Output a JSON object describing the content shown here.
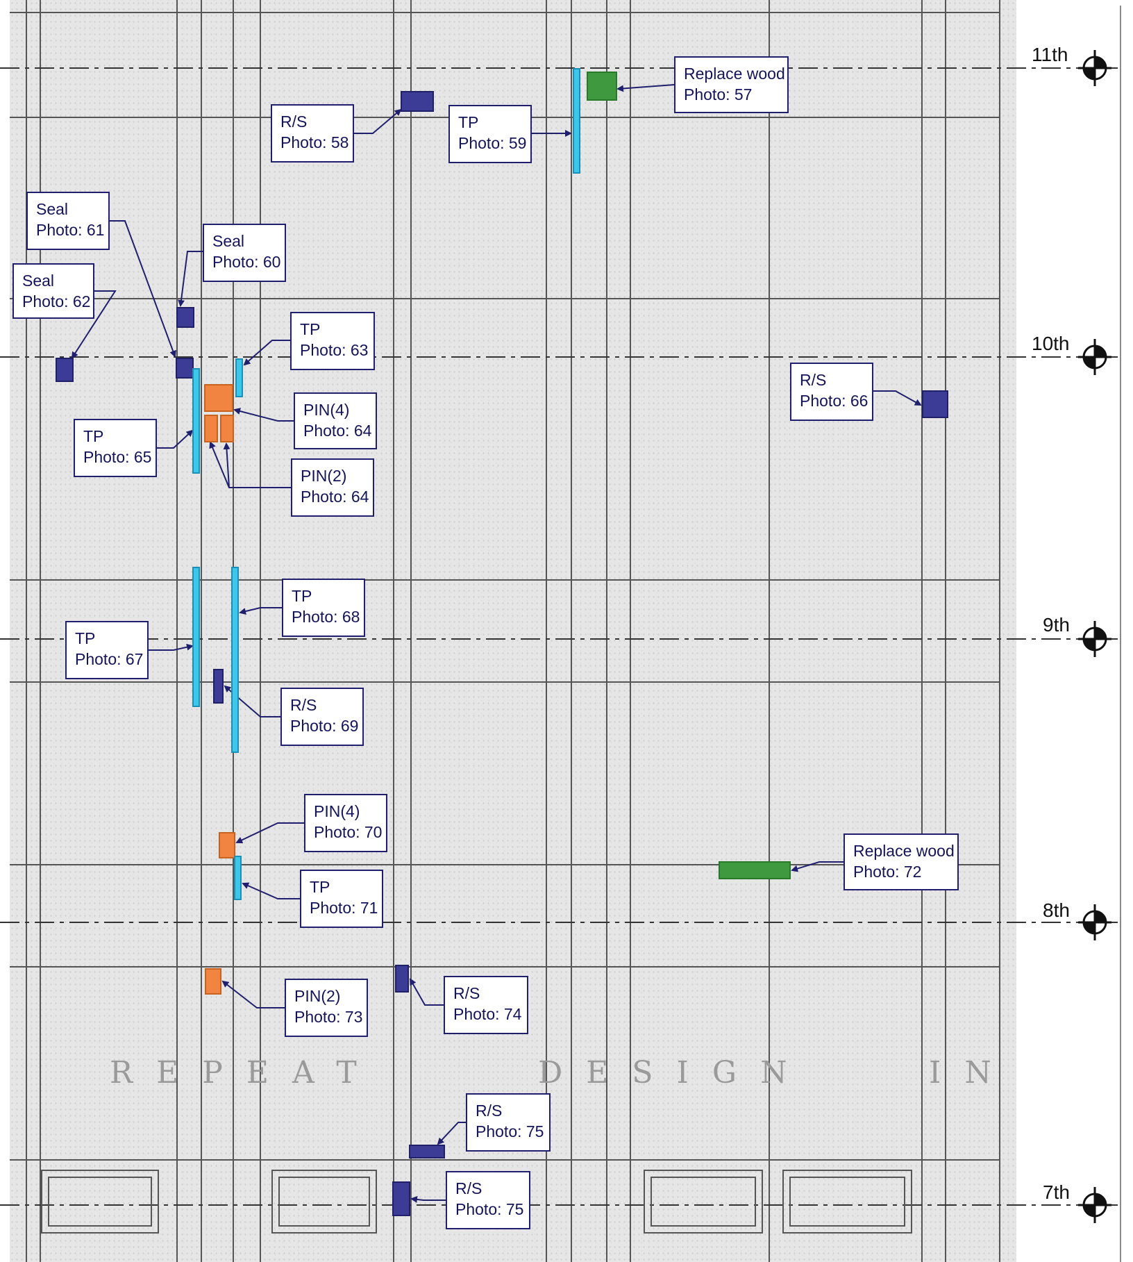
{
  "levels": [
    {
      "label": "11th"
    },
    {
      "label": "10th"
    },
    {
      "label": "9th"
    },
    {
      "label": "8th"
    },
    {
      "label": "7th"
    }
  ],
  "drawing_text": [
    "REPEAT",
    "DESIGN",
    "IN"
  ],
  "callouts": [
    {
      "lines": [
        "Replace wood",
        "Photo: 57"
      ]
    },
    {
      "lines": [
        "R/S",
        "Photo: 58"
      ]
    },
    {
      "lines": [
        "TP",
        "Photo: 59"
      ]
    },
    {
      "lines": [
        "Seal",
        "Photo: 61"
      ]
    },
    {
      "lines": [
        "Seal",
        "Photo: 60"
      ]
    },
    {
      "lines": [
        "Seal",
        "Photo: 62"
      ]
    },
    {
      "lines": [
        "TP",
        "Photo: 63"
      ]
    },
    {
      "lines": [
        "R/S",
        "Photo: 66"
      ]
    },
    {
      "lines": [
        "PIN(4)",
        "Photo: 64"
      ]
    },
    {
      "lines": [
        "TP",
        "Photo: 65"
      ]
    },
    {
      "lines": [
        "PIN(2)",
        "Photo: 64"
      ]
    },
    {
      "lines": [
        "TP",
        "Photo: 68"
      ]
    },
    {
      "lines": [
        "TP",
        "Photo: 67"
      ]
    },
    {
      "lines": [
        "R/S",
        "Photo: 69"
      ]
    },
    {
      "lines": [
        "PIN(4)",
        "Photo: 70"
      ]
    },
    {
      "lines": [
        "Replace wood",
        "Photo: 72"
      ]
    },
    {
      "lines": [
        "TP",
        "Photo: 71"
      ]
    },
    {
      "lines": [
        "PIN(2)",
        "Photo: 73"
      ]
    },
    {
      "lines": [
        "R/S",
        "Photo: 74"
      ]
    },
    {
      "lines": [
        "R/S",
        "Photo: 75"
      ]
    },
    {
      "lines": [
        "R/S",
        "Photo: 75"
      ]
    }
  ],
  "marker_colors": {
    "rs": "#3c3c96",
    "seal": "#3c3c96",
    "tp": "#3cc6ea",
    "pin": "#f08440",
    "wood": "#3f9a3f",
    "leader": "#1f1f6e"
  },
  "icons": {
    "level_marker": "level-datum-icon"
  }
}
